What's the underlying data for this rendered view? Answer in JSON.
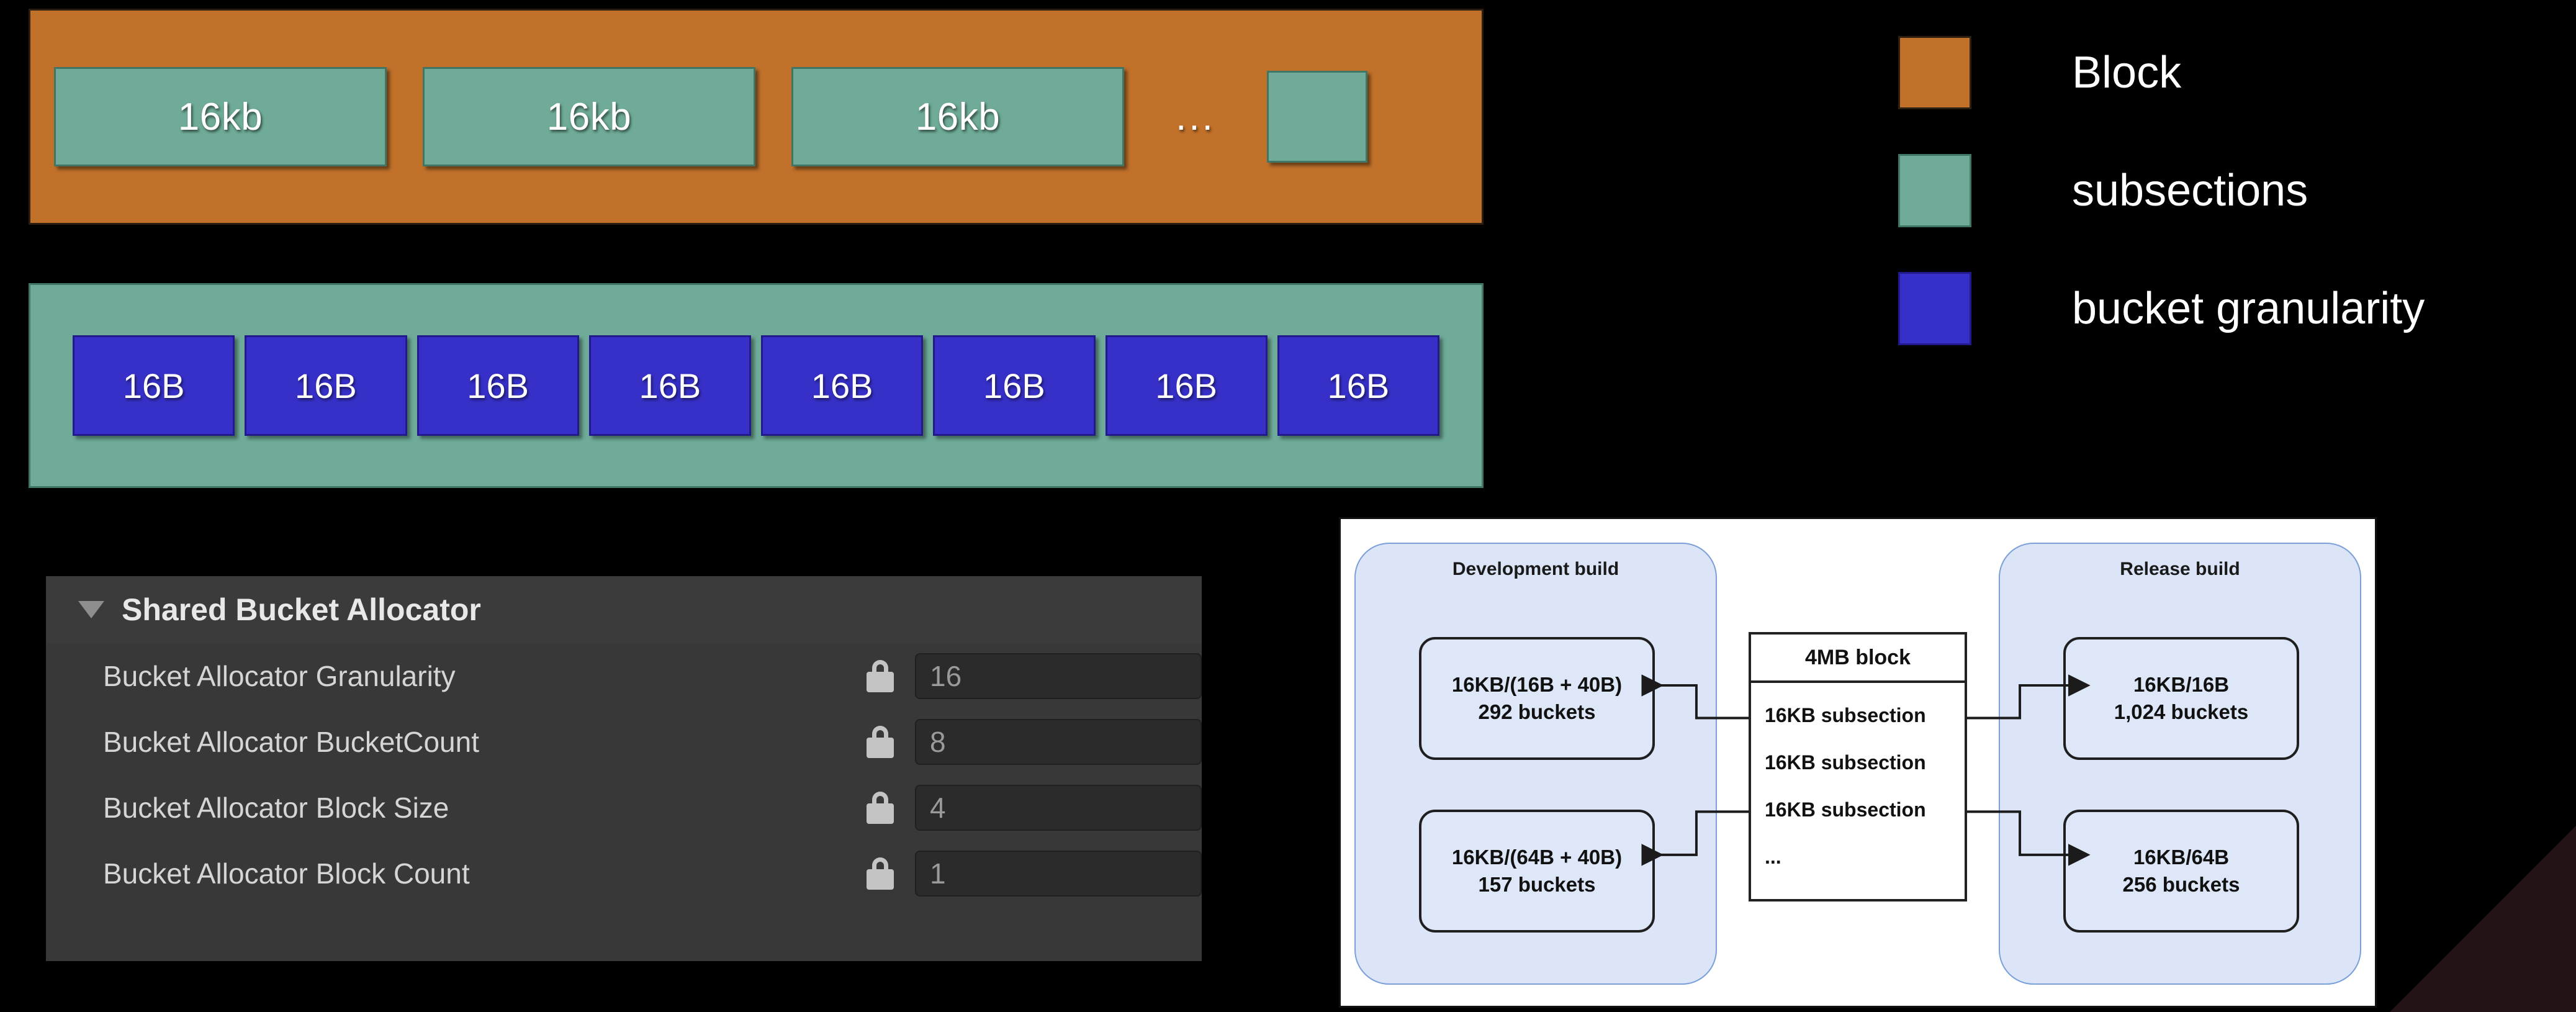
{
  "block_row": {
    "name": "Block",
    "subsections": [
      "16kb",
      "16kb",
      "16kb"
    ],
    "ellipsis": "...",
    "partial_subsection_label": ""
  },
  "subsection_row": {
    "name": "subsections",
    "buckets": [
      "16B",
      "16B",
      "16B",
      "16B",
      "16B",
      "16B",
      "16B",
      "16B"
    ]
  },
  "legend": {
    "items": [
      {
        "label": "Block",
        "color": "#c1712a"
      },
      {
        "label": "subsections",
        "color": "#6fab98"
      },
      {
        "label": "bucket granularity",
        "color": "#3730c8"
      }
    ]
  },
  "inspector": {
    "title": "Shared Bucket Allocator",
    "properties": [
      {
        "label": "Bucket Allocator Granularity",
        "value": "16",
        "locked": true
      },
      {
        "label": "Bucket Allocator BucketCount",
        "value": "8",
        "locked": true
      },
      {
        "label": "Bucket Allocator Block Size",
        "value": "4",
        "locked": true
      },
      {
        "label": "Bucket Allocator Block Count",
        "value": "1",
        "locked": true
      }
    ]
  },
  "diagram": {
    "development": {
      "title": "Development build",
      "top_box": {
        "line1": "16KB/(16B + 40B)",
        "line2": "292 buckets"
      },
      "bottom_box": {
        "line1": "16KB/(64B + 40B)",
        "line2": "157 buckets"
      }
    },
    "release": {
      "title": "Release build",
      "top_box": {
        "line1": "16KB/16B",
        "line2": "1,024 buckets"
      },
      "bottom_box": {
        "line1": "16KB/64B",
        "line2": "256 buckets"
      }
    },
    "block_table": {
      "header": "4MB block",
      "rows": [
        "16KB subsection",
        "16KB subsection",
        "16KB subsection",
        "..."
      ]
    }
  },
  "colors": {
    "background": "#000000",
    "block": "#c1712a",
    "subsection": "#6fab98",
    "bucket": "#3730c8",
    "panel": "#383838",
    "diagram_panel": "#ffffff",
    "build_group": "#dbe5f7",
    "corner_wedge": "#231316"
  }
}
